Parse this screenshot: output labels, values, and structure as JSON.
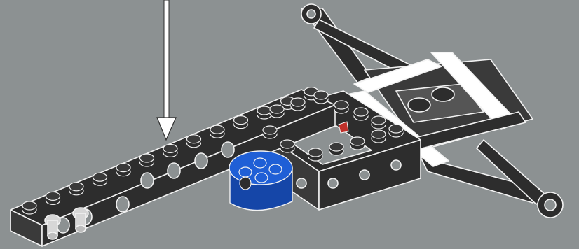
{
  "instruction": {
    "type": "lego-building-step",
    "arrow": "down"
  },
  "colors": {
    "background": "#8c9192",
    "brick_dark": "#2d2d2d",
    "brick_mid": "#3a3a3a",
    "outline": "#f2f2f2",
    "round_brick_blue": "#1f5fd6",
    "round_brick_blue_shade": "#1546a8",
    "connector_white": "#ffffff",
    "pin_light": "#d7d7d7",
    "accent_red": "#c0302a"
  },
  "parts": [
    {
      "name": "technic-beam-with-holes",
      "color": "black"
    },
    {
      "name": "technic-frame",
      "color": "black"
    },
    {
      "name": "round-brick-2x2",
      "color": "blue"
    },
    {
      "name": "wishbone-link",
      "color": "black"
    },
    {
      "name": "connector-block",
      "color": "white"
    },
    {
      "name": "technic-pin",
      "color": "light-grey"
    },
    {
      "name": "axle-pin",
      "color": "red"
    }
  ]
}
